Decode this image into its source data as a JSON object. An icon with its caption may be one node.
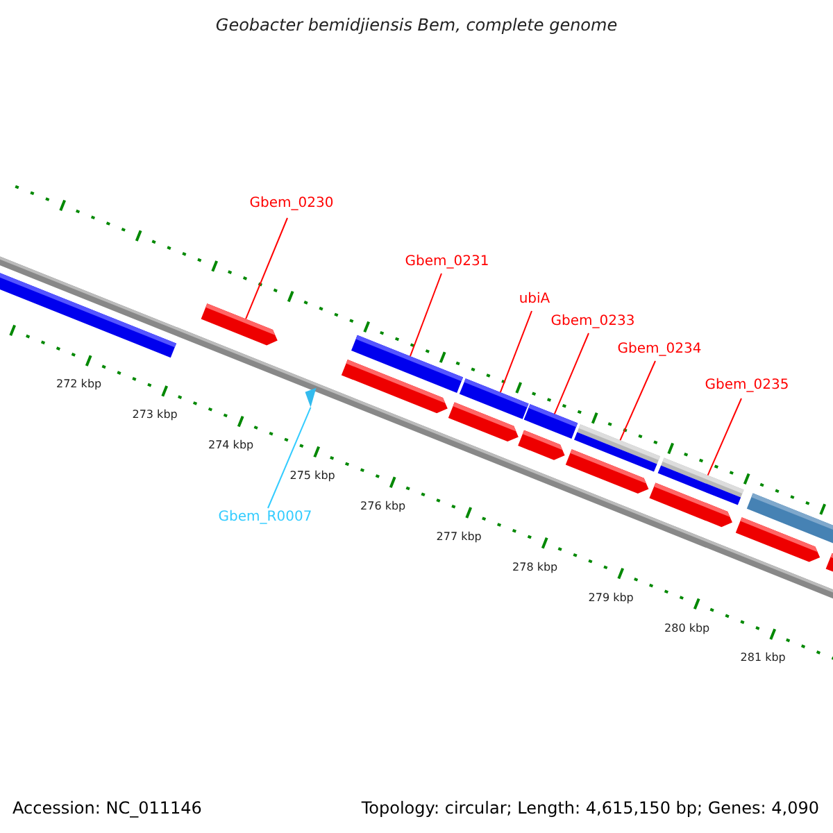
{
  "diagram": {
    "title": "Geobacter bemidjiensis Bem, complete genome",
    "nodes": [
      {
        "text": [
          "Gbem_0230"
        ]
      },
      {
        "text": [
          "Gbem_0231"
        ]
      },
      {
        "text": [
          "ubiA"
        ]
      },
      {
        "text": [
          "Gbem_0233"
        ]
      },
      {
        "text": [
          "Gbem_0234"
        ]
      },
      {
        "text": [
          "Gbem_0235"
        ]
      },
      {
        "text": [
          "Gbem_R0007"
        ]
      },
      {
        "text": [],
        "shape": "bar"
      },
      {
        "text": [],
        "shape": "bar"
      },
      {
        "text": [],
        "shape": "triangle"
      },
      {
        "text": [],
        "shape": "bar"
      },
      {
        "text": [],
        "shape": "bar"
      },
      {
        "text": [],
        "shape": "bar"
      },
      {
        "text": [],
        "shape": "bar"
      },
      {
        "text": [],
        "shape": "bar"
      },
      {
        "text": [],
        "shape": "bar"
      },
      {
        "text": [],
        "shape": "bar"
      },
      {
        "text": [],
        "shape": "bar"
      },
      {
        "text": [],
        "shape": "bar"
      },
      {
        "text": [],
        "shape": "bar"
      },
      {
        "text": [],
        "shape": "bar"
      },
      {
        "text": [],
        "shape": "bar"
      },
      {
        "text": [],
        "shape": "bar"
      }
    ],
    "edges": [
      {
        "from": 0,
        "to": 8,
        "arrow": "none"
      },
      {
        "from": 1,
        "to": 10,
        "arrow": "none"
      },
      {
        "from": 2,
        "to": 12,
        "arrow": "none"
      },
      {
        "from": 3,
        "to": 15,
        "arrow": "none"
      },
      {
        "from": 4,
        "to": 16,
        "arrow": "none"
      },
      {
        "from": 5,
        "to": 18,
        "arrow": "none"
      },
      {
        "from": 6,
        "to": 9,
        "arrow": "none",
        "color": "#33ccff"
      }
    ],
    "labels": [
      "272 kbp",
      "273 kbp",
      "274 kbp",
      "275 kbp",
      "276 kbp",
      "277 kbp",
      "278 kbp",
      "279 kbp",
      "280 kbp",
      "281 kbp",
      "Accession: NC_011146",
      "Topology: circular; Length: 4,615,150 bp; Genes: 4,090"
    ]
  }
}
